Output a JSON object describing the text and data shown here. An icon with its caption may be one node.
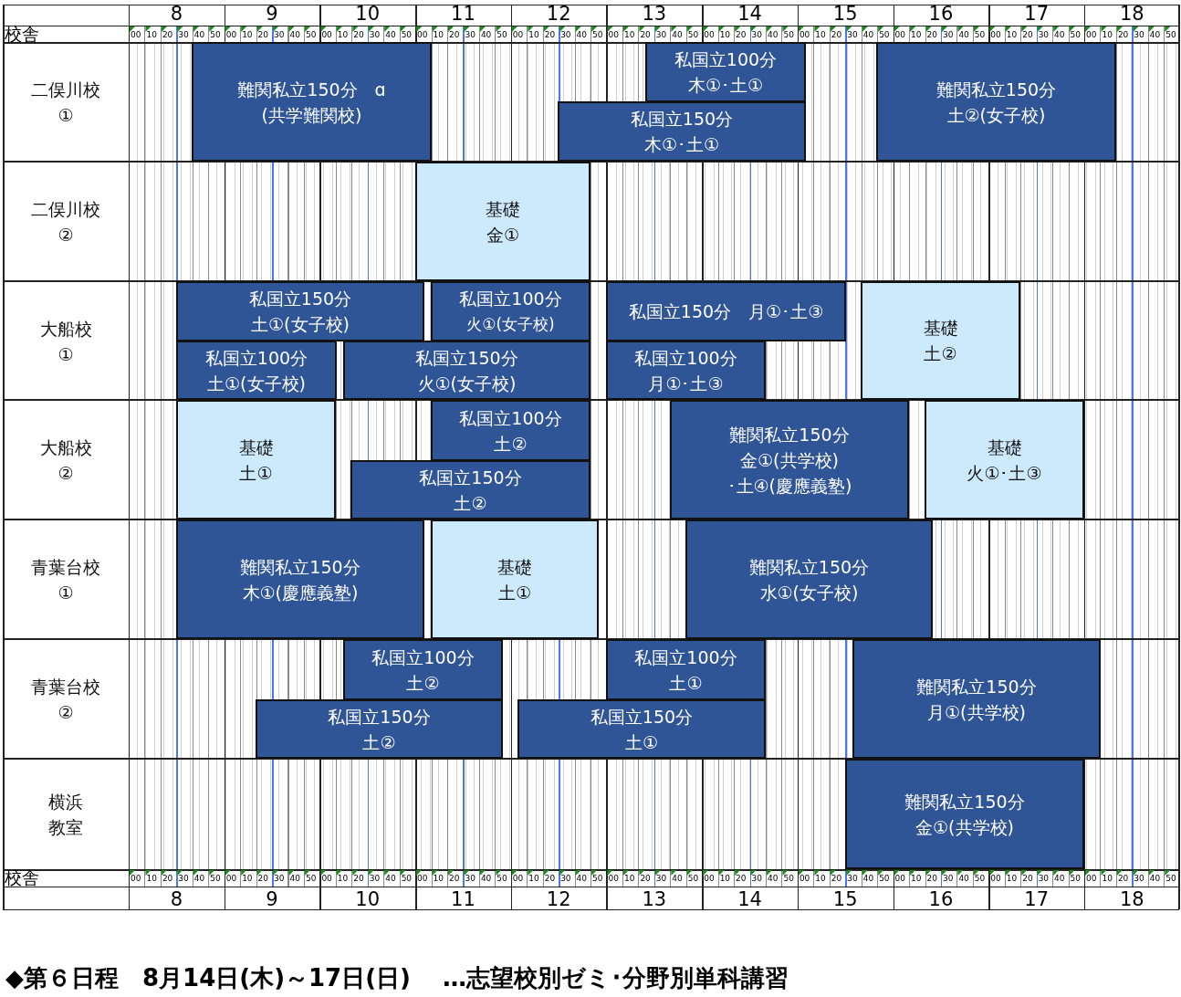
{
  "diagram": {
    "caption": "◆第６日程　8月14日(木)～17日(日)　 …志望校別ゼミ･分野別単科講習",
    "nodes": [
      {
        "text": [
          "二俣川校",
          "①"
        ]
      },
      {
        "text": [
          "二俣川校",
          "②"
        ]
      },
      {
        "text": [
          "大船校",
          "①"
        ]
      },
      {
        "text": [
          "大船校",
          "②"
        ]
      },
      {
        "text": [
          "青葉台校",
          "①"
        ]
      },
      {
        "text": [
          "青葉台校",
          "②"
        ]
      },
      {
        "text": [
          "横浜",
          "教室"
        ]
      },
      {
        "text": [
          "難関私立150分　ɑ",
          "(共学難関校)"
        ]
      },
      {
        "text": [
          "私国立100分",
          "木①･土①"
        ]
      },
      {
        "text": [
          "私国立150分",
          "木①･土①"
        ]
      },
      {
        "text": [
          "難関私立150分",
          "土②(女子校)"
        ]
      },
      {
        "text": [
          "基礎",
          "金①"
        ]
      },
      {
        "text": [
          "私国立150分",
          "土①(女子校)"
        ]
      },
      {
        "text": [
          "私国立100分",
          "火①(女子校)"
        ]
      },
      {
        "text": [
          "私国立150分　月①･土③"
        ]
      },
      {
        "text": [
          "基礎",
          "土②"
        ]
      },
      {
        "text": [
          "私国立100分",
          "土①(女子校)"
        ]
      },
      {
        "text": [
          "私国立150分",
          "火①(女子校)"
        ]
      },
      {
        "text": [
          "私国立100分",
          "月①･土③"
        ]
      },
      {
        "text": [
          "基礎",
          "土①"
        ]
      },
      {
        "text": [
          "私国立100分",
          "土②"
        ]
      },
      {
        "text": [
          "難関私立150分",
          "金①(共学校)",
          "･土④(慶應義塾)"
        ]
      },
      {
        "text": [
          "基礎",
          "火①･土③"
        ]
      },
      {
        "text": [
          "私国立150分",
          "土②"
        ]
      },
      {
        "text": [
          "難関私立150分",
          "木①(慶應義塾)"
        ]
      },
      {
        "text": [
          "基礎",
          "土①"
        ]
      },
      {
        "text": [
          "難関私立150分",
          "水①(女子校)"
        ]
      },
      {
        "text": [
          "私国立100分",
          "土②"
        ]
      },
      {
        "text": [
          "私国立100分",
          "土①"
        ]
      },
      {
        "text": [
          "難関私立150分",
          "月①(共学校)"
        ]
      },
      {
        "text": [
          "私国立150分",
          "土②"
        ]
      },
      {
        "text": [
          "私国立150分",
          "土①"
        ]
      },
      {
        "text": [
          "難関私立150分",
          "金①(共学校)"
        ]
      }
    ],
    "labels": [
      "8",
      "9",
      "10",
      "11",
      "12",
      "13",
      "14",
      "15",
      "16",
      "17",
      "18",
      "校舎",
      "00",
      "10",
      "20",
      "30",
      "40",
      "50",
      "00",
      "10",
      "20",
      "30",
      "40",
      "50",
      "00",
      "10",
      "20",
      "30",
      "40",
      "50",
      "00",
      "10",
      "20",
      "30",
      "40",
      "50",
      "00",
      "10",
      "20",
      "30",
      "40",
      "50",
      "00",
      "10",
      "20",
      "30",
      "40",
      "50",
      "00",
      "10",
      "20",
      "30",
      "40",
      "50",
      "00",
      "10",
      "20",
      "30",
      "40",
      "50",
      "00",
      "10",
      "20",
      "30",
      "40",
      "50",
      "00",
      "10",
      "20",
      "30",
      "40",
      "50",
      "00",
      "10",
      "20",
      "30",
      "40",
      "50",
      "校舎",
      "00",
      "10",
      "20",
      "30",
      "40",
      "50",
      "00",
      "10",
      "20",
      "30",
      "40",
      "50",
      "00",
      "10",
      "20",
      "30",
      "40",
      "50",
      "00",
      "10",
      "20",
      "30",
      "40",
      "50",
      "00",
      "10",
      "20",
      "30",
      "40",
      "50",
      "00",
      "10",
      "20",
      "30",
      "40",
      "50",
      "00",
      "10",
      "20",
      "30",
      "40",
      "50",
      "00",
      "10",
      "20",
      "30",
      "40",
      "50",
      "00",
      "10",
      "20",
      "30",
      "40",
      "50",
      "00",
      "10",
      "20",
      "30",
      "40",
      "50",
      "00",
      "10",
      "20",
      "30",
      "40",
      "50",
      "8",
      "9",
      "10",
      "11",
      "12",
      "13",
      "14",
      "15",
      "16",
      "17",
      "18"
    ]
  }
}
